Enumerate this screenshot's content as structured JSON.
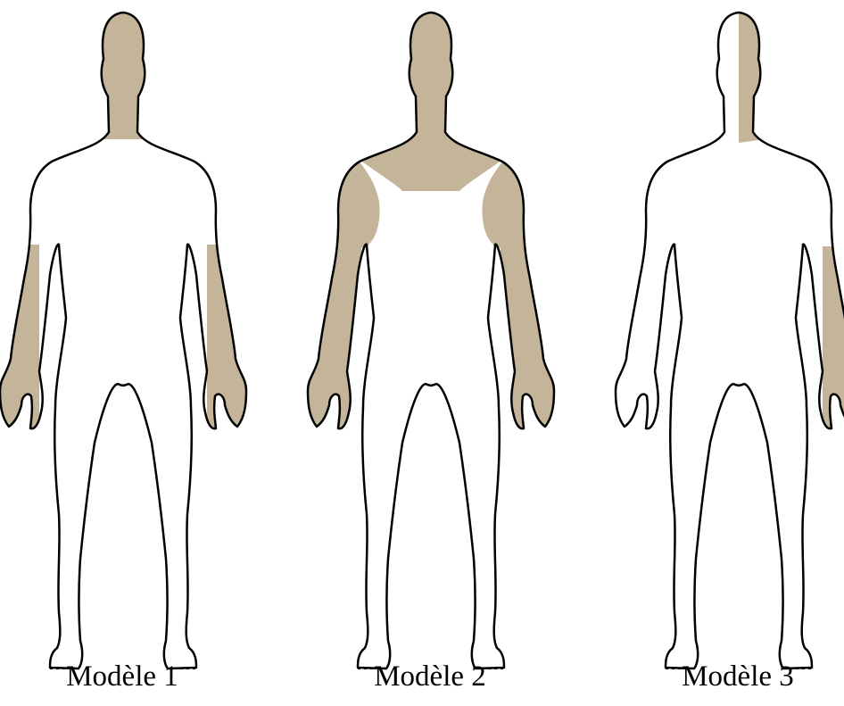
{
  "colors": {
    "skin": "#c4b49a",
    "outline": "#000000",
    "garment": "#ffffff"
  },
  "models": [
    {
      "caption": "Modèle 1",
      "coverage": "short-sleeve-bodysuit"
    },
    {
      "caption": "Modèle 2",
      "coverage": "sleeveless-bodysuit"
    },
    {
      "caption": "Modèle 3",
      "coverage": "full-body-except-half-head-and-one-forearm"
    }
  ]
}
